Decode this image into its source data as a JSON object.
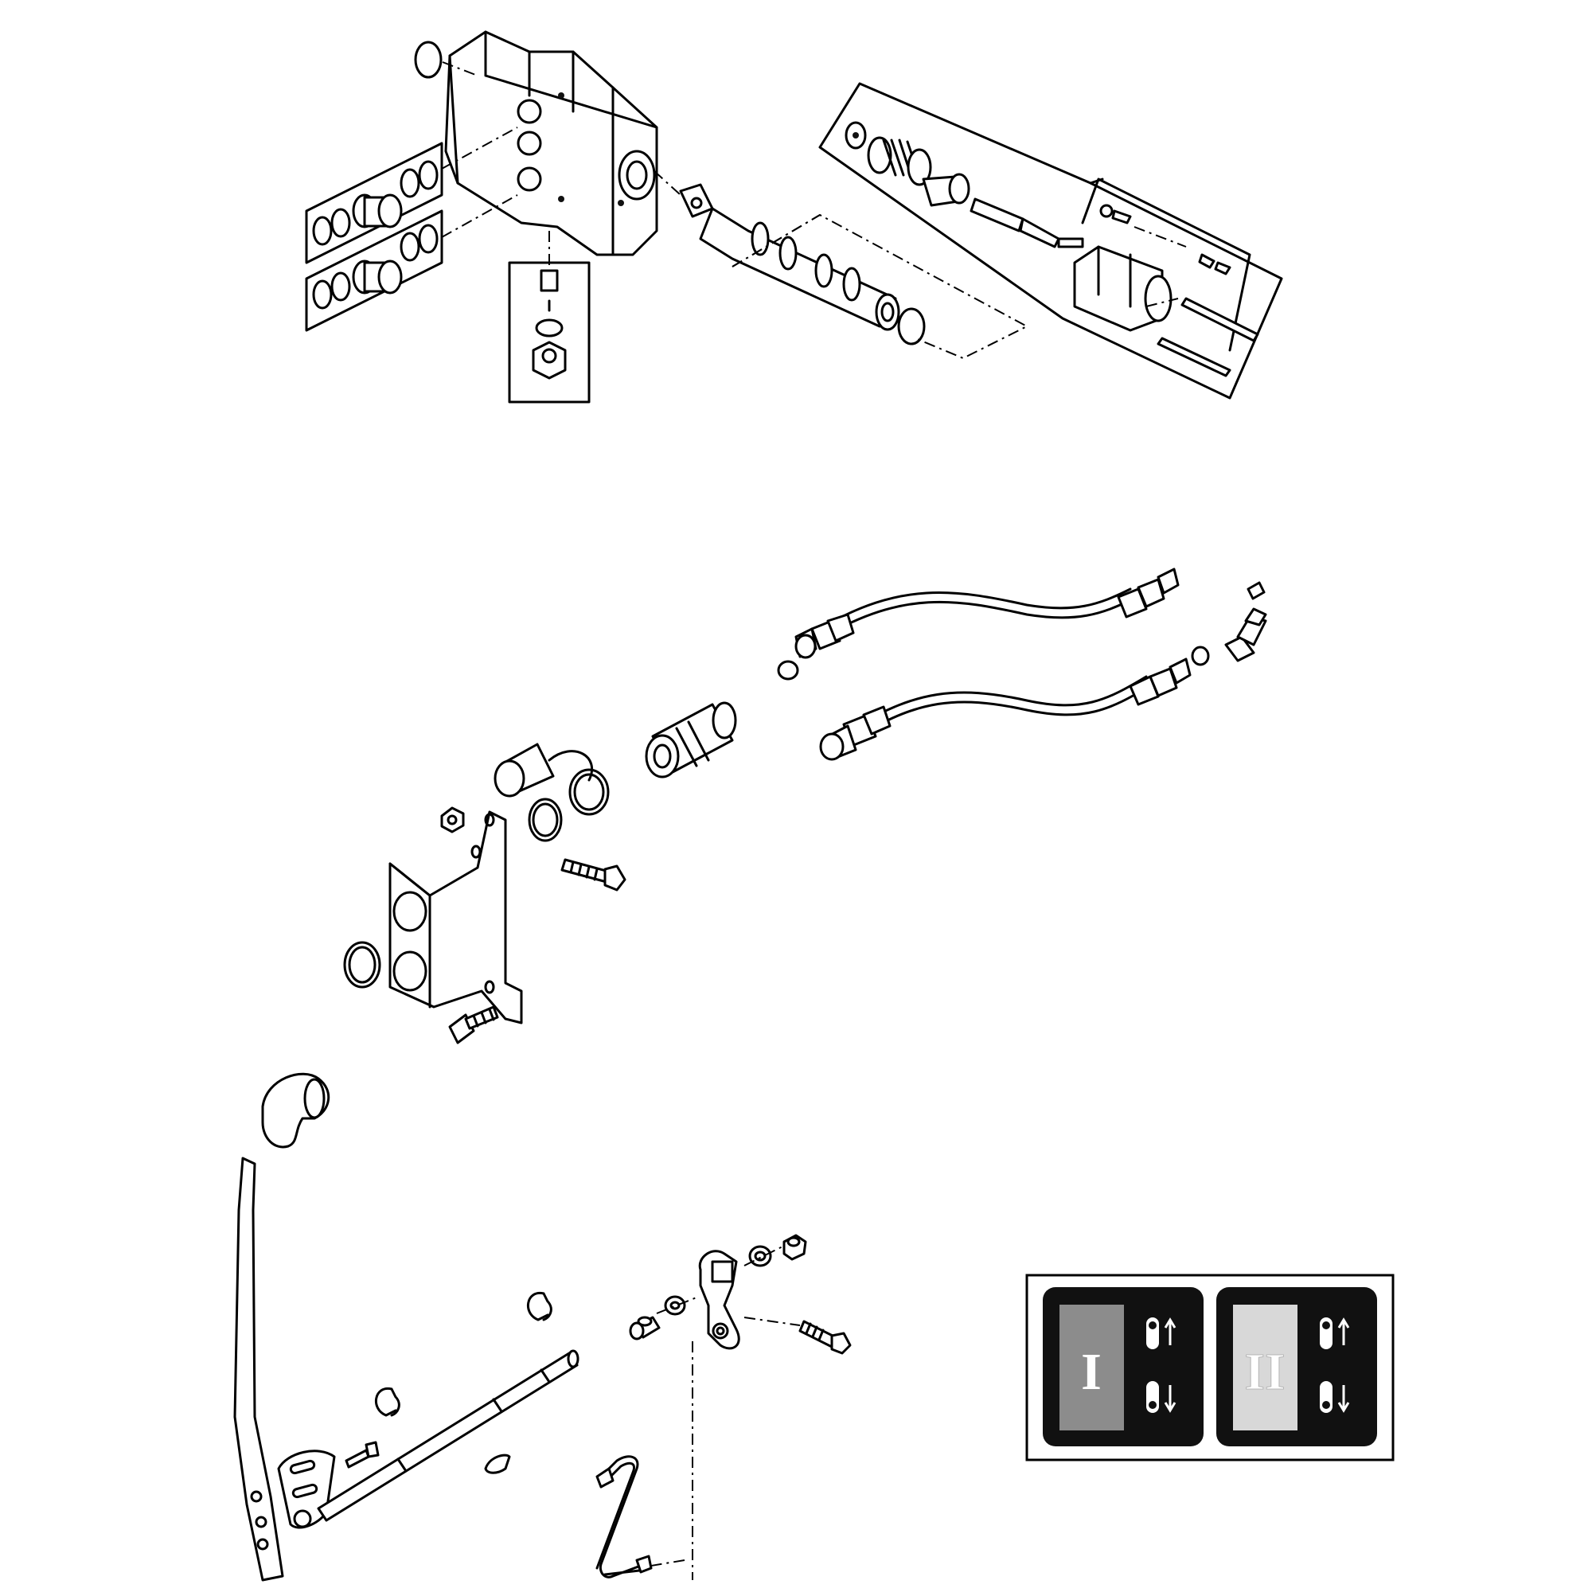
{
  "diagram": {
    "sections": [
      {
        "id": "control-valve-section",
        "kind": "exploded-view"
      },
      {
        "id": "hose-coupler-section",
        "kind": "exploded-view"
      },
      {
        "id": "lever-linkage-section",
        "kind": "exploded-view"
      }
    ],
    "decal": {
      "panels": [
        {
          "label": "I"
        },
        {
          "label": "II"
        }
      ],
      "colors": {
        "dark": "#111111",
        "mid_gray": "#8c8c8c",
        "light_gray": "#d8d8d8"
      },
      "icons": [
        "lever-up-arrow-icon",
        "lever-down-arrow-icon"
      ]
    }
  }
}
